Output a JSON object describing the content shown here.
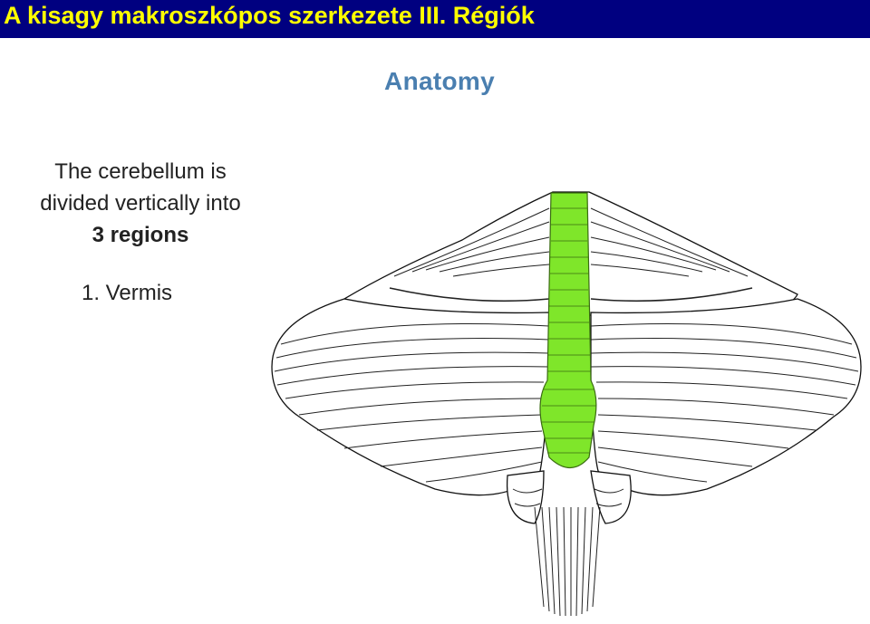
{
  "slide": {
    "title": "A kisagy makroszkópos szerkezete III. Régiók",
    "title_color": "#ffff00",
    "title_bar_color": "#000080"
  },
  "figure": {
    "heading": "Anatomy",
    "heading_color": "#4a7fb0",
    "caption_line1": "The cerebellum is",
    "caption_line2": "divided vertically into",
    "caption_line3": "3 regions",
    "region_item": "1. Vermis",
    "highlight_color": "#7fe62a",
    "illustration": "cerebellum-drawing"
  }
}
